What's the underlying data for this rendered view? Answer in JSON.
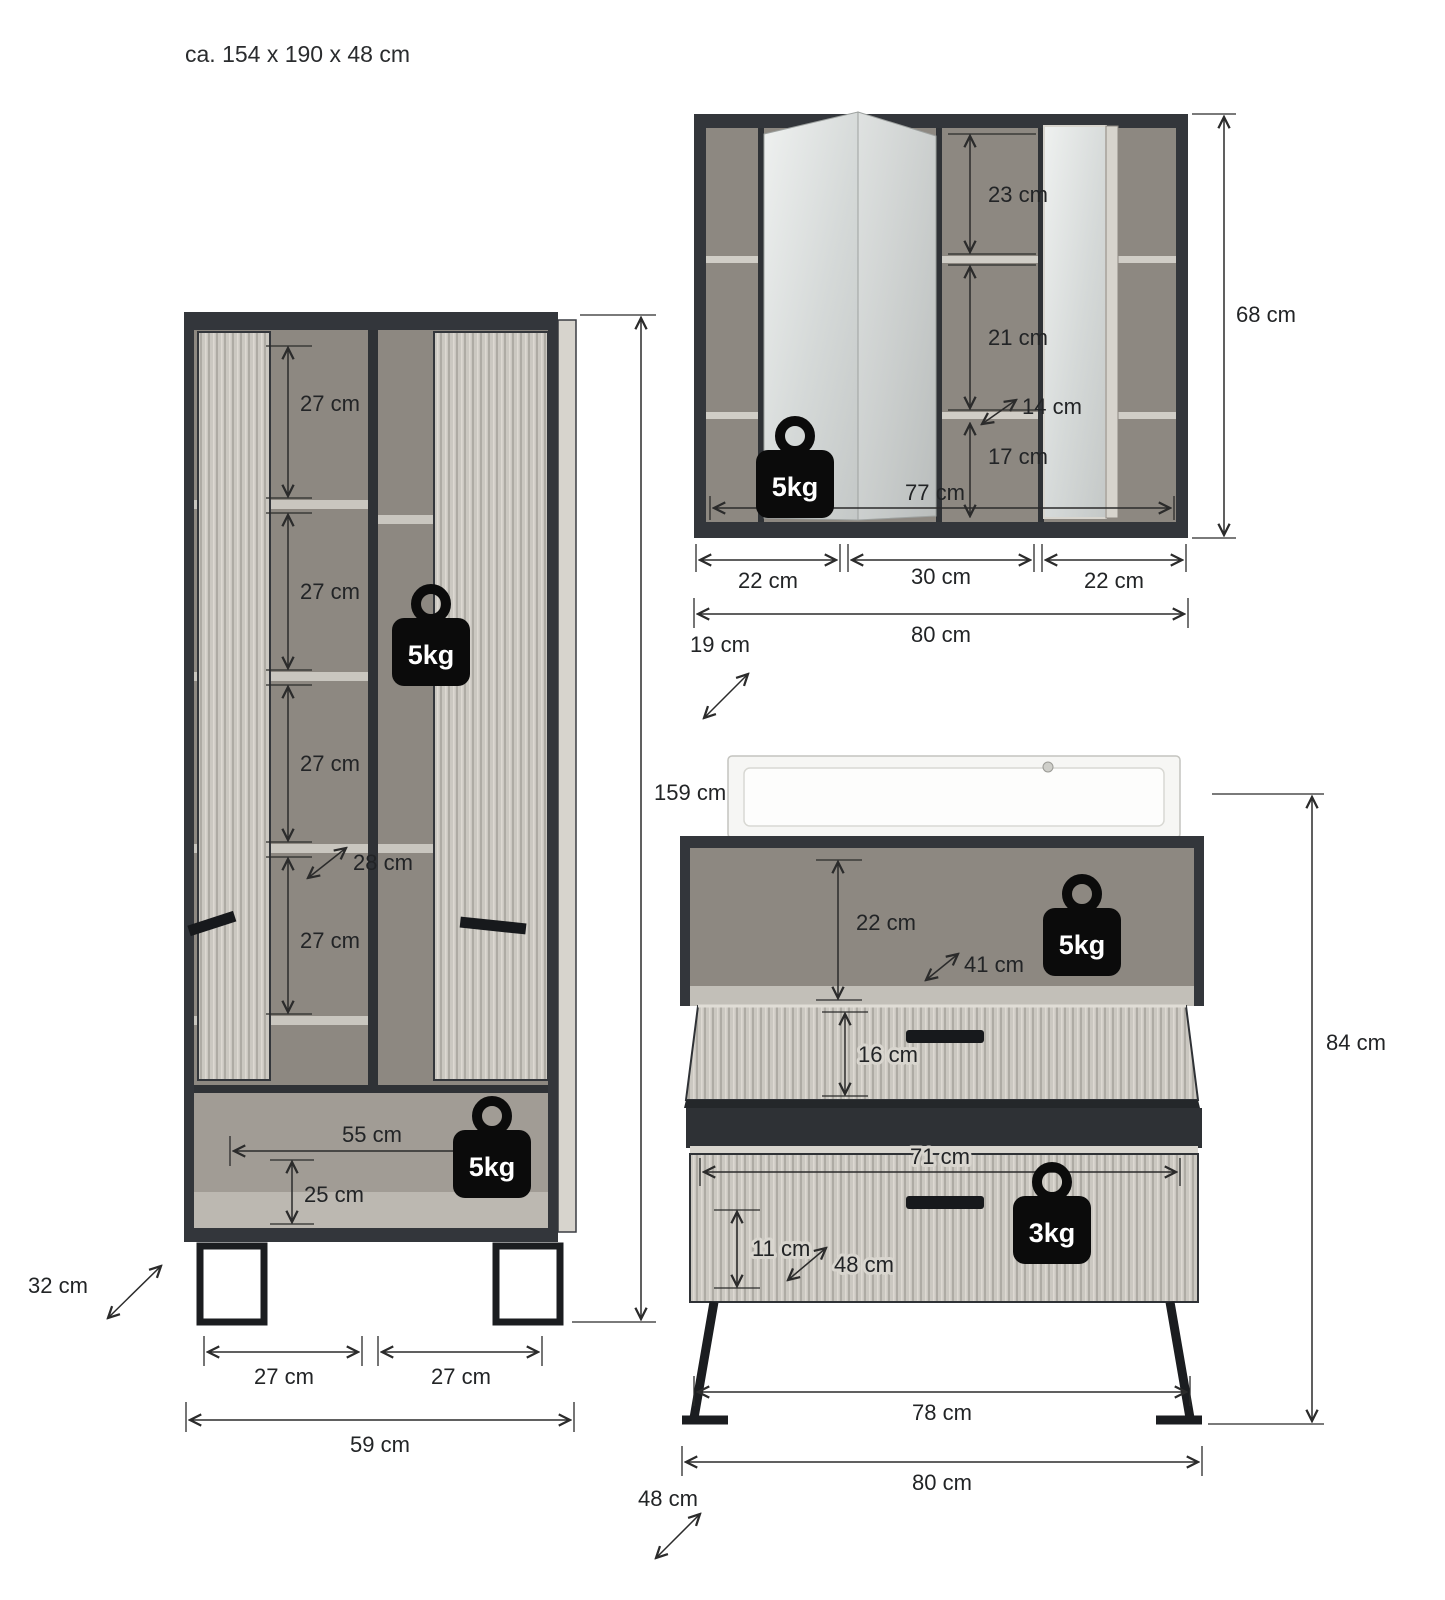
{
  "title": "ca. 154 x 190 x 48 cm",
  "tall_cabinet": {
    "gap1": "27 cm",
    "gap2": "27 cm",
    "gap3": "27 cm",
    "gap4": "27 cm",
    "inner_depth": "28 cm",
    "niche_width": "55 cm",
    "niche_height": "25 cm",
    "height": "159 cm",
    "depth": "32 cm",
    "leg_left": "27 cm",
    "leg_right": "27 cm",
    "width": "59 cm",
    "load_top": "5kg",
    "load_bottom": "5kg"
  },
  "mirror_cabinet": {
    "gap_top": "23 cm",
    "gap_middle": "21 cm",
    "shelf_depth": "14 cm",
    "gap_bottom": "17 cm",
    "inner_width": "77 cm",
    "height": "68 cm",
    "section_left": "22 cm",
    "section_center": "30 cm",
    "section_right": "22 cm",
    "width": "80 cm",
    "depth": "19 cm",
    "load": "5kg"
  },
  "vanity": {
    "niche_height": "22 cm",
    "niche_depth": "41 cm",
    "drawer_top_height": "16 cm",
    "drawer_inner_width": "71 cm",
    "drawer_inner_height": "11 cm",
    "drawer_inner_depth": "48 cm",
    "inner_width": "78 cm",
    "width": "80 cm",
    "height": "84 cm",
    "depth": "48 cm",
    "load_niche": "5kg",
    "load_drawer": "3kg"
  }
}
